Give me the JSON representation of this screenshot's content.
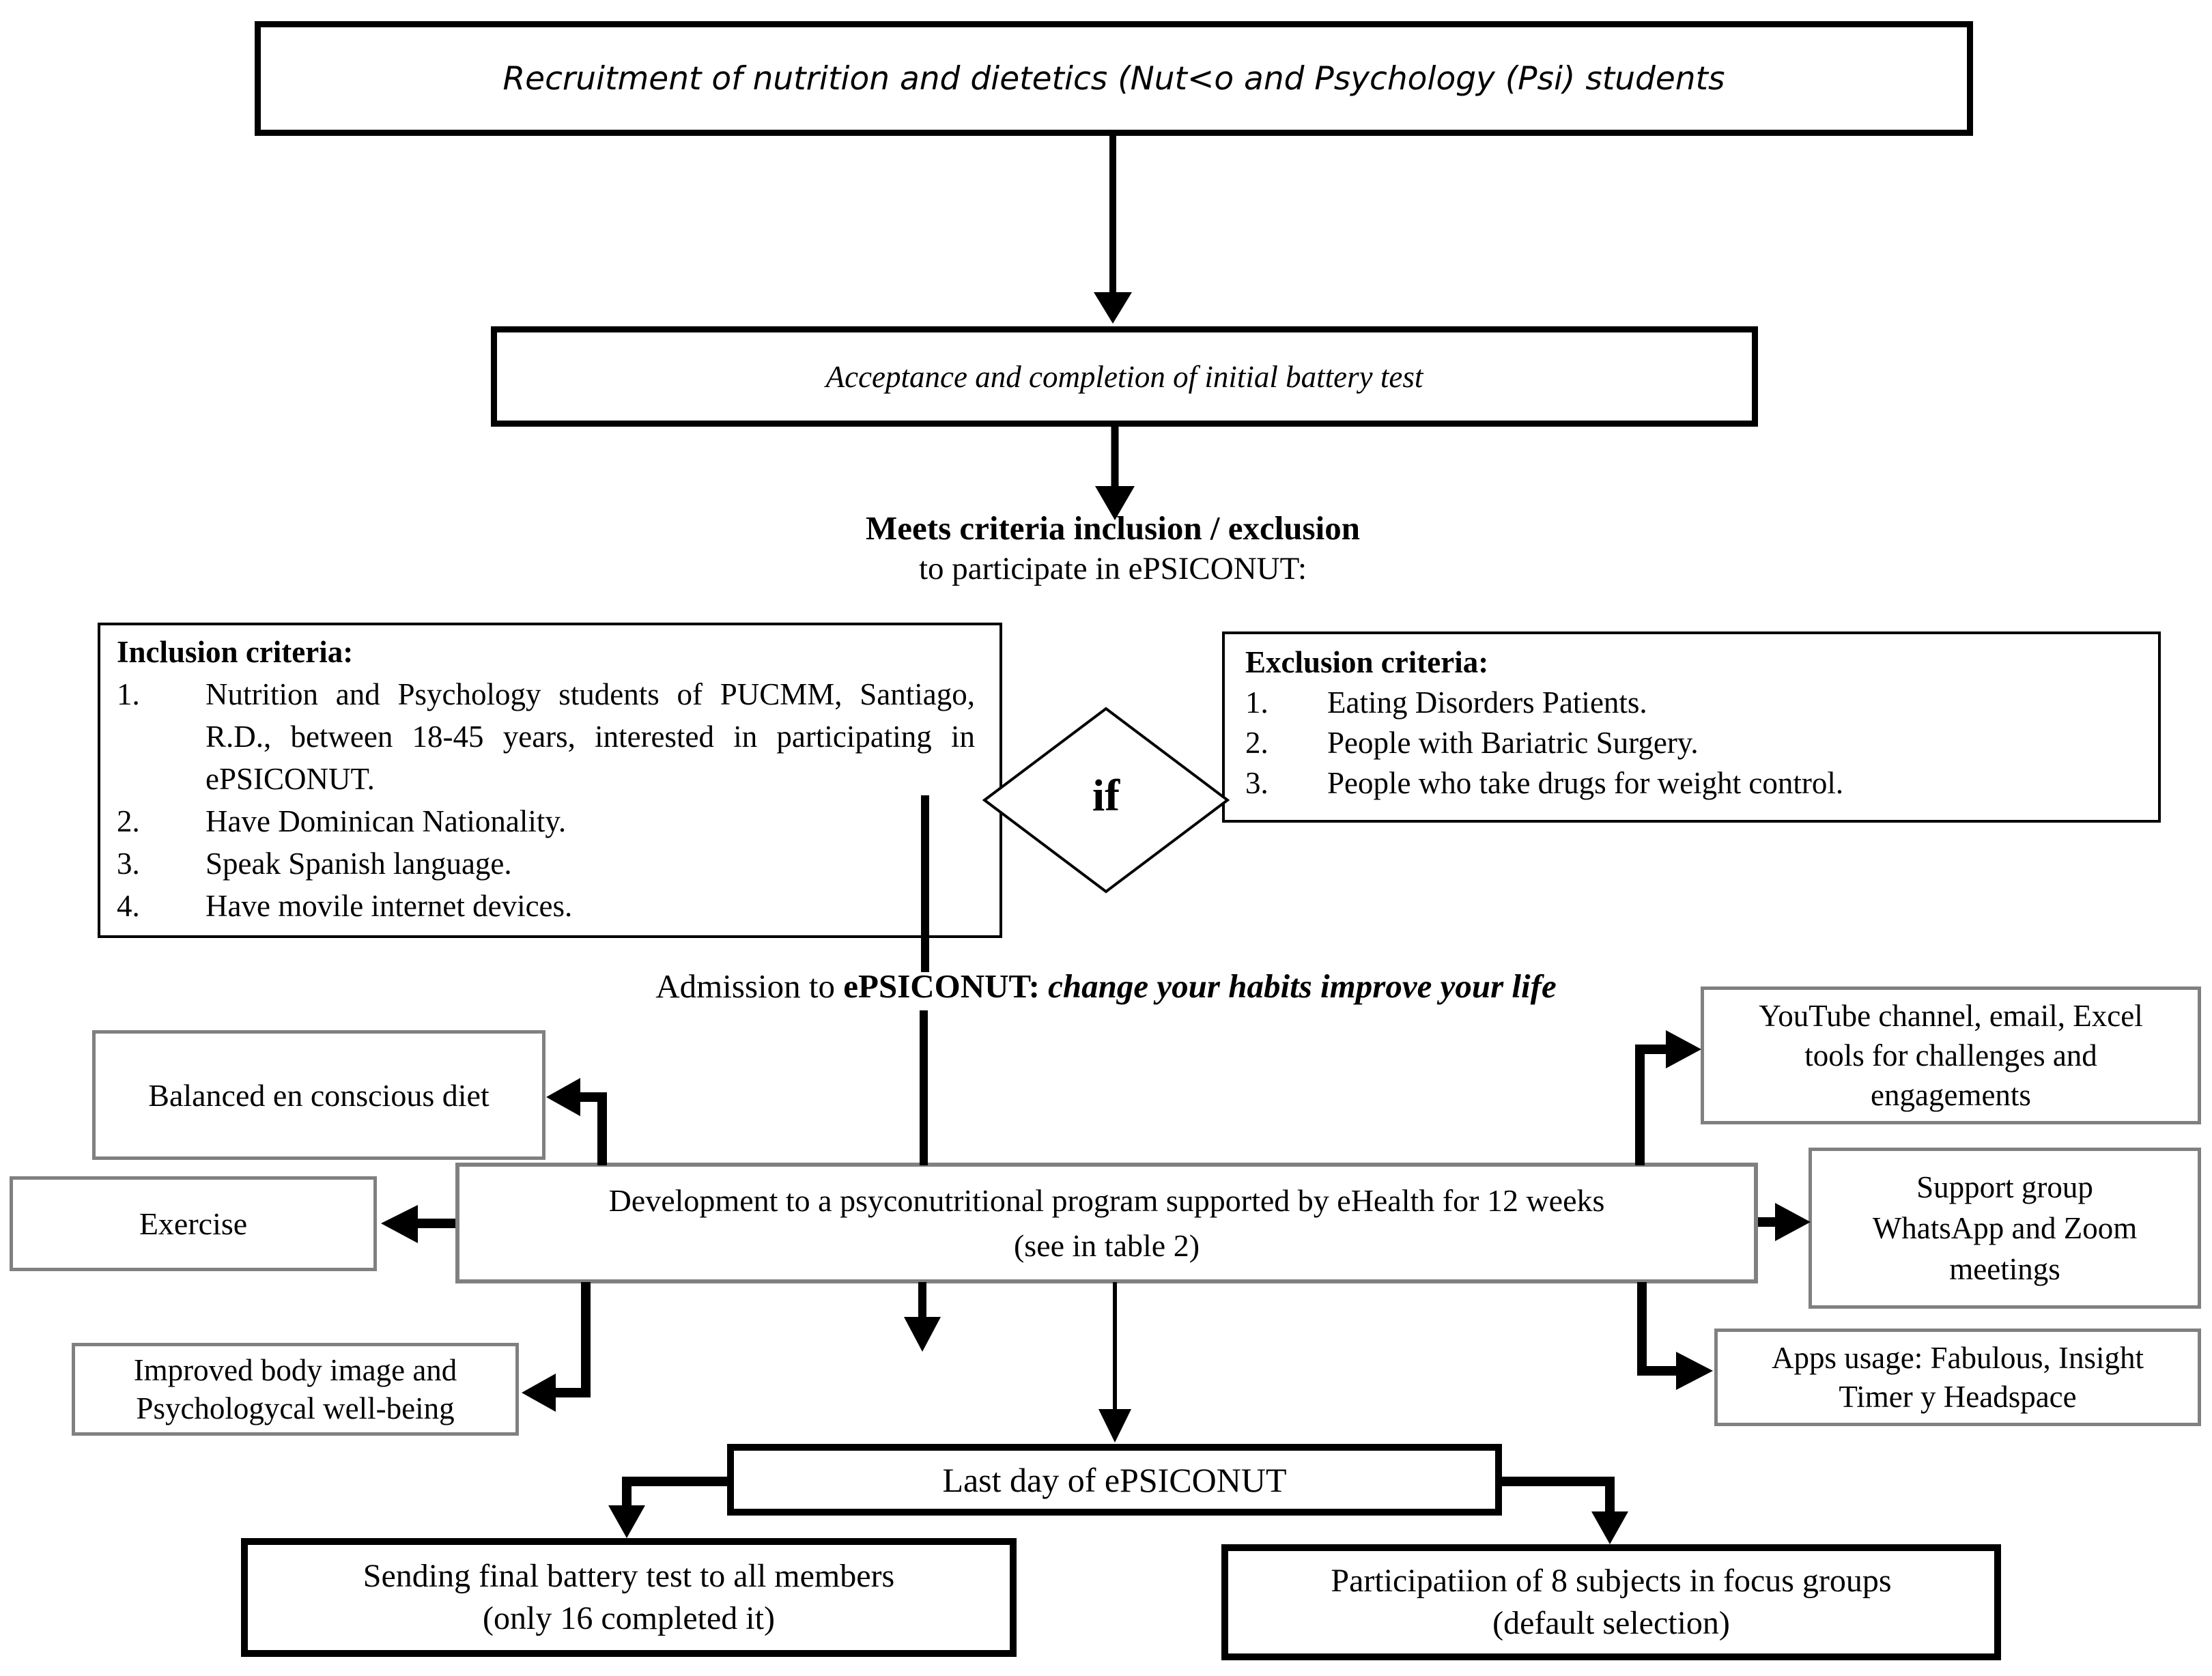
{
  "colors": {
    "background": "#ffffff",
    "line": "#000000",
    "soft_border": "#808080"
  },
  "flowchart": {
    "recruitment": "Recruitment of nutrition and dietetics (Nut<o and Psychology (Psi) students",
    "acceptance": "Acceptance and completion of initial battery test",
    "meets": {
      "line1": "Meets criteria inclusion / exclusion",
      "line2": "to participate in ePSICONUT:"
    },
    "condition": "if",
    "inclusion": {
      "title": "Inclusion criteria:",
      "items": [
        {
          "num": "1.",
          "text": "Nutrition and Psychology students of PUCMM, Santiago, R.D., between 18-45 years, interested in participating in ePSICONUT."
        },
        {
          "num": "2.",
          "text": "Have Dominican Nationality."
        },
        {
          "num": "3.",
          "text": "Speak Spanish language."
        },
        {
          "num": "4.",
          "text": "Have movile internet devices."
        }
      ]
    },
    "exclusion": {
      "title": "Exclusion criteria:",
      "items": [
        {
          "num": "1.",
          "text": "Eating Disorders Patients."
        },
        {
          "num": "2.",
          "text": "People with Bariatric Surgery."
        },
        {
          "num": "3.",
          "text": "People who take drugs for weight control."
        }
      ]
    },
    "admission": {
      "prefix": "Admission to ",
      "program": "ePSICONUT: ",
      "slogan": "change your habits improve your life"
    },
    "development": {
      "line1": "Development to a psyconutritional program supported by eHealth for 12 weeks",
      "line2": "(see in table 2)"
    },
    "outcomes": {
      "balanced": "Balanced en conscious diet",
      "exercise": "Exercise",
      "improved_line1": "Improved body image and",
      "improved_line2": "Psychologycal well-being"
    },
    "supports": {
      "youtube_line1": "YouTube channel, email, Excel",
      "youtube_line2": "tools for challenges and",
      "youtube_line3": "engagements",
      "group_line1": "Support group",
      "group_line2": "WhatsApp and Zoom",
      "group_line3": "meetings",
      "apps_line1": "Apps usage: Fabulous, Insight",
      "apps_line2": "Timer y Headspace"
    },
    "last_day": "Last day of ePSICONUT",
    "sending": {
      "line1": "Sending final battery test to all members",
      "line2": "(only 16 completed it)"
    },
    "participation": {
      "line1": "Participatiion of 8 subjects in focus groups",
      "line2": "(default selection)"
    }
  }
}
